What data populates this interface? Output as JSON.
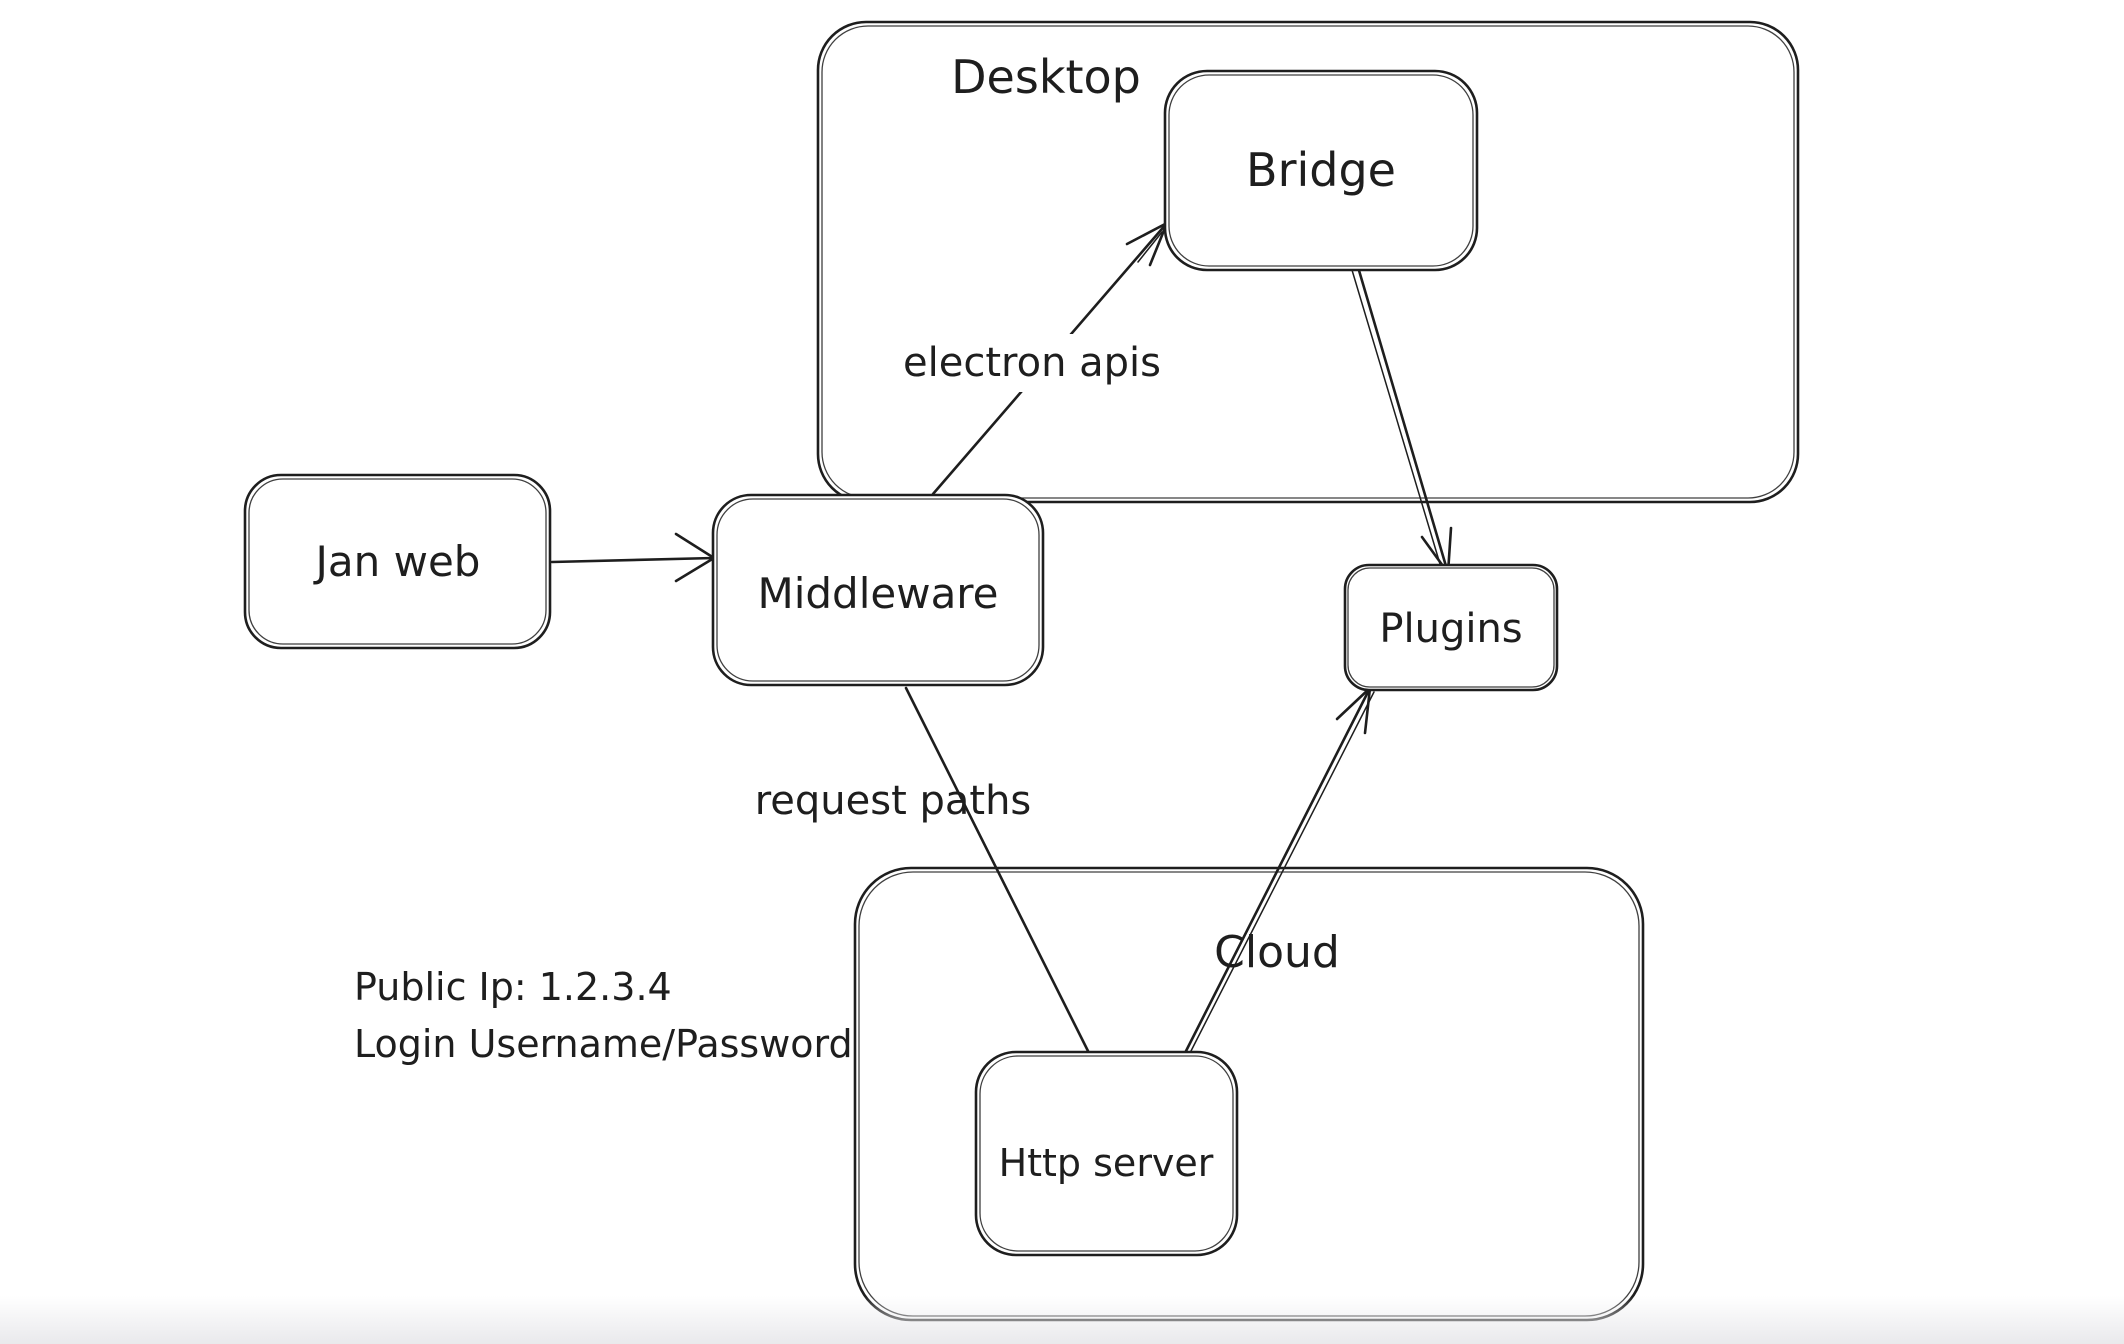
{
  "canvas": {
    "background_color": "#ffffff",
    "stroke_color": "#1e1e1e",
    "bottom_fade_color": "#e9e9ec"
  },
  "containers": {
    "desktop": {
      "label": "Desktop"
    },
    "cloud": {
      "label": "Cloud"
    }
  },
  "nodes": {
    "jan_web": {
      "label": "Jan web"
    },
    "middleware": {
      "label": "Middleware"
    },
    "bridge": {
      "label": "Bridge"
    },
    "plugins": {
      "label": "Plugins"
    },
    "http_server": {
      "label": "Http server"
    }
  },
  "edges": {
    "janweb_to_middleware": {
      "from": "Jan web",
      "to": "Middleware",
      "label": ""
    },
    "middleware_to_bridge": {
      "from": "Middleware",
      "to": "Bridge",
      "label": "electron apis"
    },
    "bridge_to_plugins": {
      "from": "Bridge",
      "to": "Plugins",
      "label": ""
    },
    "middleware_to_http_server": {
      "from": "Middleware",
      "to": "Http server",
      "label": "request paths"
    },
    "http_server_to_plugins": {
      "from": "Http server",
      "to": "Plugins",
      "label": ""
    }
  },
  "annotations": {
    "public_ip": "Public Ip: 1.2.3.4",
    "login": "Login Username/Password"
  }
}
